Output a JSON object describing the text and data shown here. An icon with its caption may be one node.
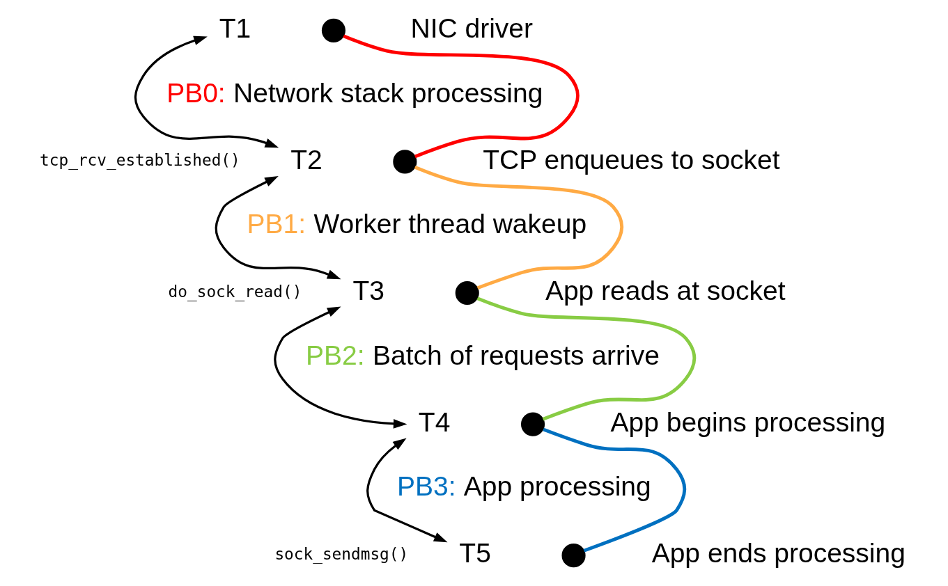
{
  "diagram": {
    "nodes": [
      {
        "text": [
          "T1"
        ]
      },
      {
        "text": [],
        "shape": "circle",
        "beside": [
          "NIC driver"
        ]
      },
      {
        "text": [
          "T2"
        ]
      },
      {
        "text": [],
        "shape": "circle",
        "beside": [
          "TCP enqueues to socket"
        ]
      },
      {
        "text": [
          "T3"
        ]
      },
      {
        "text": [],
        "shape": "circle",
        "beside": [
          "App reads at socket"
        ]
      },
      {
        "text": [
          "T4"
        ]
      },
      {
        "text": [],
        "shape": "circle",
        "beside": [
          "App begins processing"
        ]
      },
      {
        "text": [
          "T5"
        ]
      },
      {
        "text": [],
        "shape": "circle",
        "beside": [
          "App ends processing"
        ]
      }
    ],
    "edges": [
      {
        "from": 0,
        "to": 2,
        "arrow": "both"
      },
      {
        "from": 1,
        "to": 3,
        "arrow": "none",
        "color": "#ff0000"
      },
      {
        "from": 2,
        "to": 4,
        "arrow": "both"
      },
      {
        "from": 3,
        "to": 5,
        "arrow": "none",
        "color": "#ffaa44"
      },
      {
        "from": 4,
        "to": 6,
        "arrow": "both"
      },
      {
        "from": 5,
        "to": 7,
        "arrow": "none",
        "color": "#88cc44"
      },
      {
        "from": 6,
        "to": 8,
        "arrow": "both"
      },
      {
        "from": 7,
        "to": 9,
        "arrow": "none",
        "color": "#0070c0"
      }
    ],
    "labels": [
      "PB0: Network stack processing",
      "tcp_rcv_established()",
      "PB1: Worker thread wakeup",
      "do_sock_read()",
      "PB2: Batch of requests arrive",
      "PB3: App processing",
      "sock_sendmsg()"
    ]
  }
}
